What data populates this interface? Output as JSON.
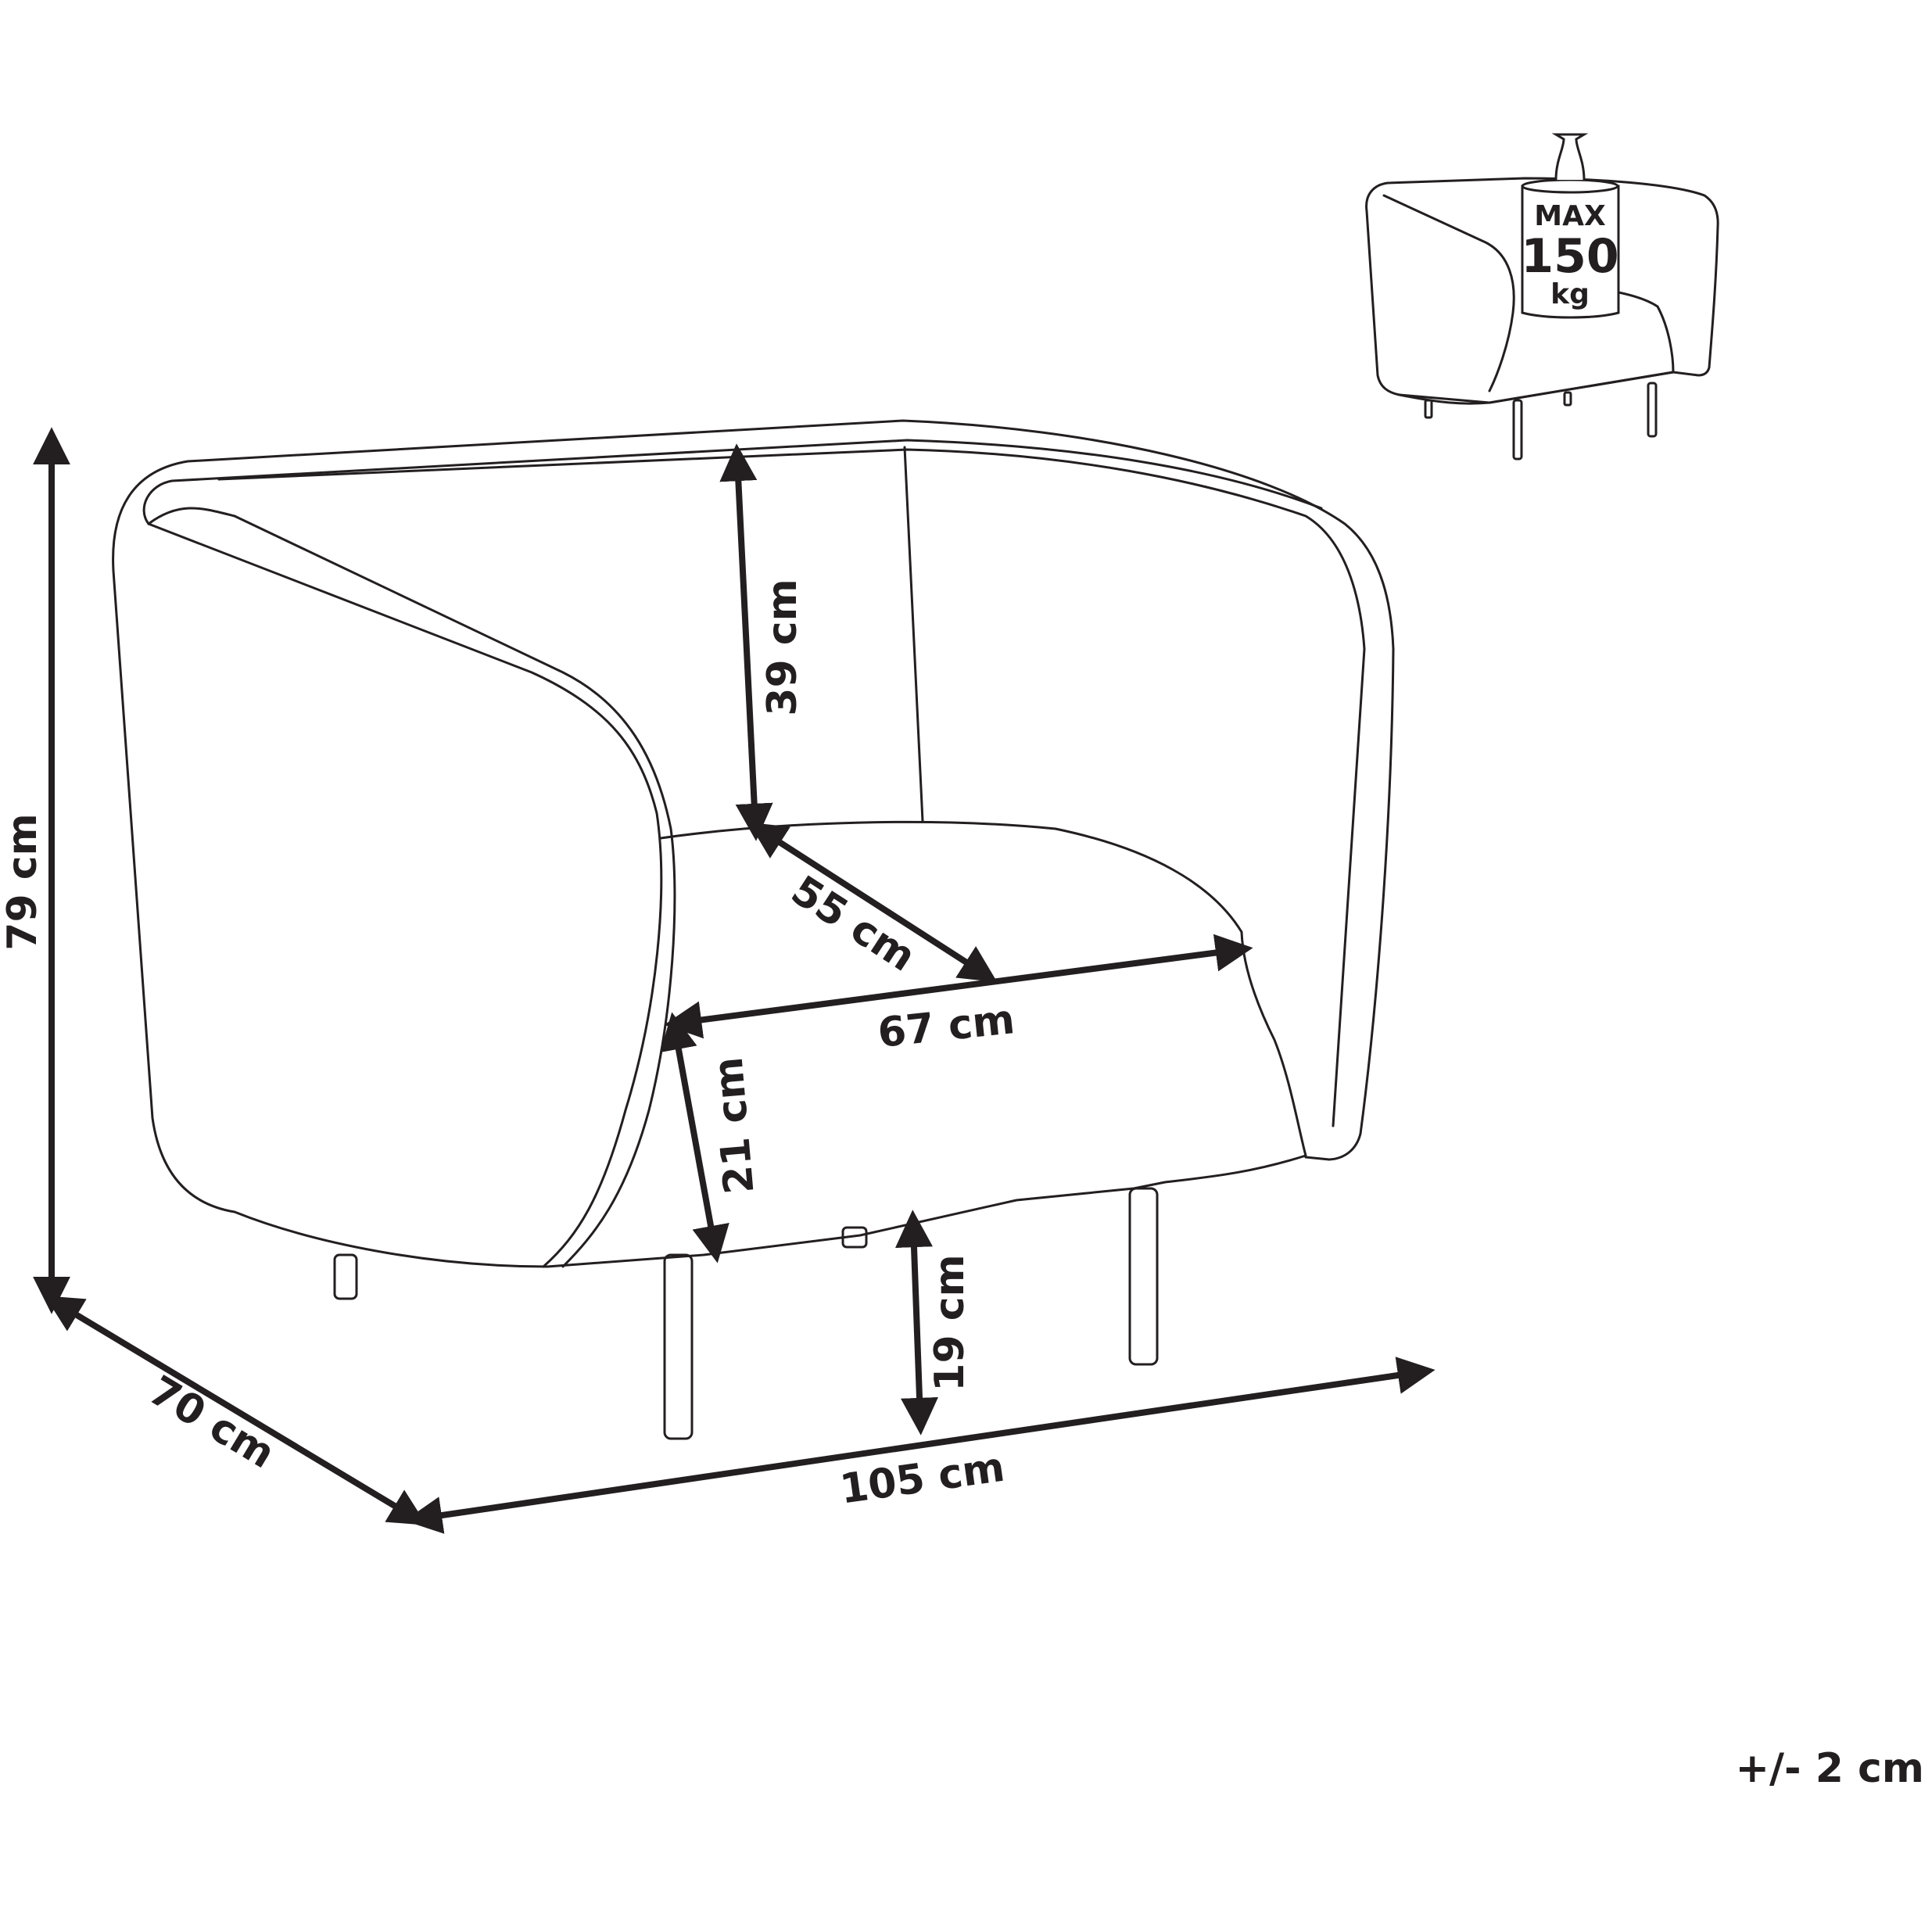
{
  "dimensions": {
    "total_height": "79 cm",
    "depth": "70 cm",
    "width": "105 cm",
    "backrest_height": "39 cm",
    "seat_depth": "55 cm",
    "seat_width": "67 cm",
    "armrest_height": "21 cm",
    "leg_height": "19 cm"
  },
  "weight_badge": {
    "line1": "MAX",
    "line2": "150",
    "line3": "kg"
  },
  "tolerance": "+/- 2 cm",
  "colors": {
    "ink": "#231f20",
    "background": "#ffffff"
  }
}
